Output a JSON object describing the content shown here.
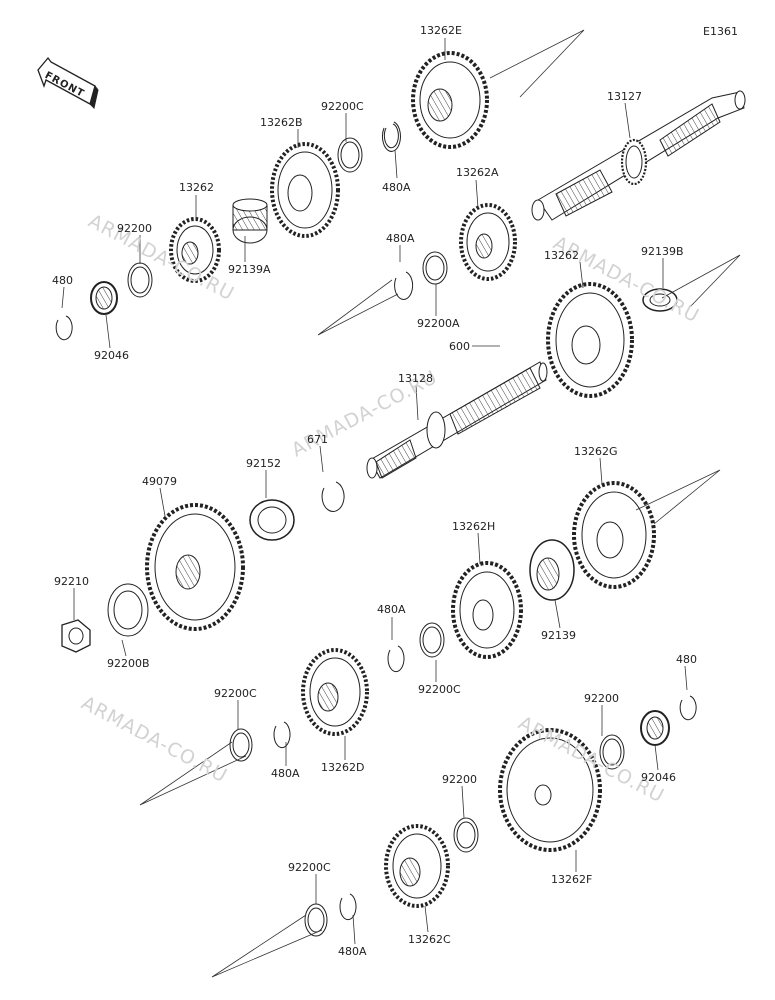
{
  "diagram_code": "E1361",
  "front_label": "FRONT",
  "watermark": "ARMADA-CO.RU",
  "labels": {
    "p13262E": "13262E",
    "p13127": "13127",
    "p92200C_top": "92200C",
    "p13262B": "13262B",
    "p480A_top": "480A",
    "p13262A": "13262A",
    "p13262": "13262",
    "p92200_left": "92200",
    "p92139A": "92139A",
    "p480_left": "480",
    "p92046_left": "92046",
    "p480A_mid": "480A",
    "p92200A": "92200A",
    "p13262_right": "13262",
    "p92139B": "92139B",
    "p600": "600",
    "p13128": "13128",
    "p671": "671",
    "p92152": "92152",
    "p49079": "49079",
    "p13262G": "13262G",
    "p13262H": "13262H",
    "p92210": "92210",
    "p92200B": "92200B",
    "p480A_low": "480A",
    "p92139": "92139",
    "p92200C_low": "92200C",
    "p480_right": "480",
    "p92200C_left": "92200C",
    "p13262D": "13262D",
    "p480A_d": "480A",
    "p92200_right": "92200",
    "p92046_right": "92046",
    "p92200_f": "92200",
    "p13262F": "13262F",
    "p92200C_bottom": "92200C",
    "p480A_bottom": "480A",
    "p13262C": "13262C"
  }
}
